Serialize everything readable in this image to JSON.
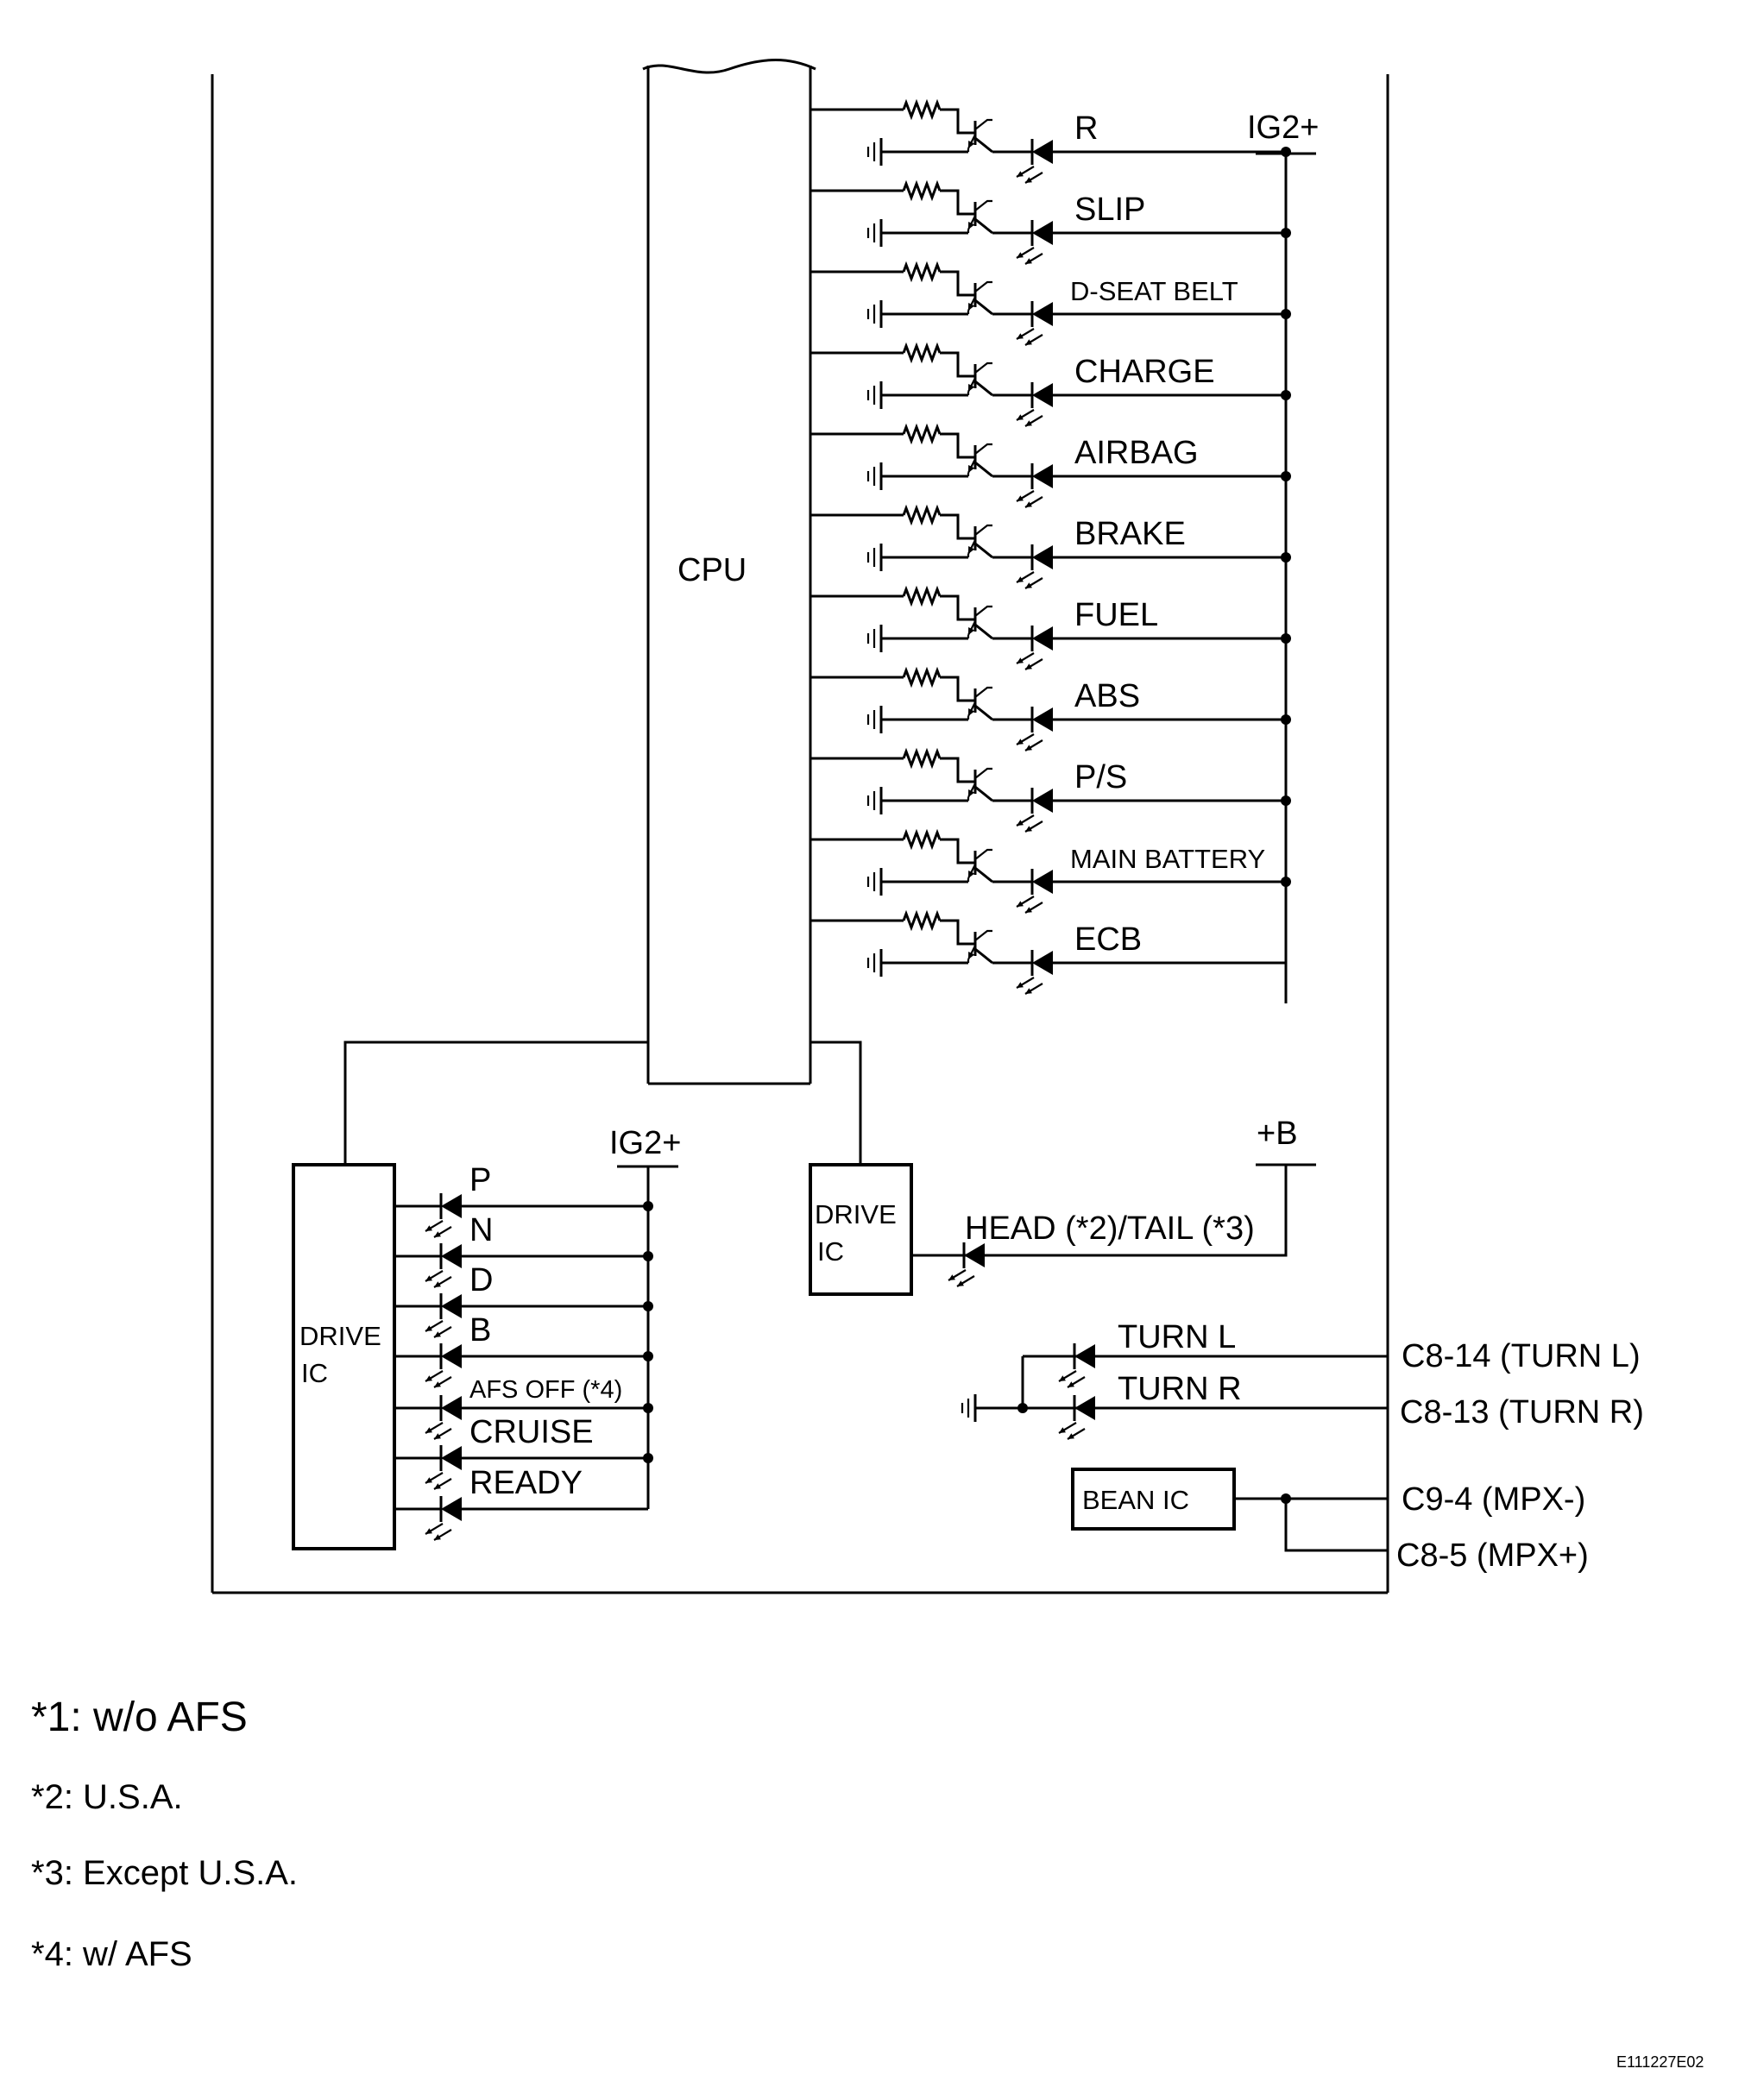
{
  "cpu_label": "CPU",
  "supplies": {
    "ig2_top": "IG2+",
    "ig2_bottom": "IG2+",
    "plus_b": "+B"
  },
  "warning_lights": [
    "R",
    "SLIP",
    "D-SEAT BELT",
    "CHARGE",
    "AIRBAG",
    "BRAKE",
    "FUEL",
    "ABS",
    "P/S",
    "MAIN BATTERY",
    "ECB"
  ],
  "drive_ic_left": {
    "line1": "DRIVE",
    "line2": "IC"
  },
  "drive_ic_right": {
    "line1": "DRIVE",
    "line2": "IC"
  },
  "shift_lights": [
    "P",
    "N",
    "D",
    "B",
    "AFS OFF (*4)",
    "CRUISE",
    "READY"
  ],
  "head_tail_label": "HEAD (*2)/TAIL (*3)",
  "turn_labels": [
    "TURN L",
    "TURN R"
  ],
  "bean_ic": "BEAN IC",
  "connectors": [
    "C8-14 (TURN L)",
    "C8-13 (TURN R)",
    "C9-4 (MPX-)",
    "C8-5 (MPX+)"
  ],
  "footnotes": [
    "*1: w/o AFS",
    "*2: U.S.A.",
    "*3: Except U.S.A.",
    "*4: w/ AFS"
  ],
  "image_code": "E111227E02"
}
